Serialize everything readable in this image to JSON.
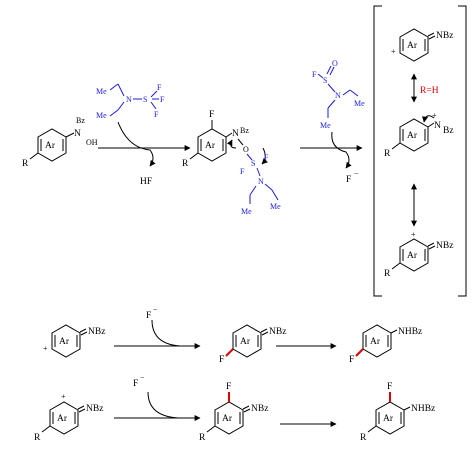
{
  "labels": {
    "ar": "Ar",
    "bz": "Bz",
    "oh": "OH",
    "n": "N",
    "r": "R",
    "f": "F",
    "me": "Me",
    "s": "S",
    "o": "O",
    "hf": "HF",
    "fminus": "F",
    "minus": "−",
    "nbz": "NBz",
    "nhbz": "NHBz",
    "plus": "+",
    "rh": "R=H"
  },
  "colors": {
    "reagent": "#1a1ae6",
    "new_bond": "#e00000",
    "text": "#000000"
  }
}
